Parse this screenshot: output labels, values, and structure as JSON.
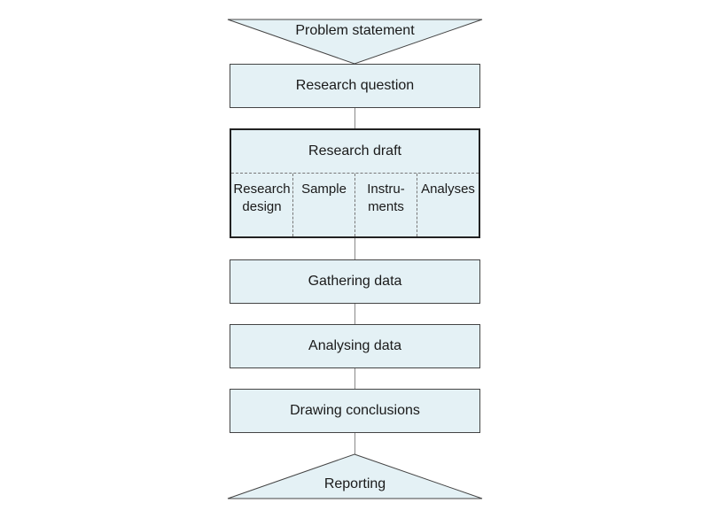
{
  "diagram": {
    "problem_statement": "Problem statement",
    "research_question": "Research question",
    "research_draft": {
      "title": "Research draft",
      "cells": [
        "Research\ndesign",
        "Sample",
        "Instru-\nments",
        "Analyses"
      ]
    },
    "gathering_data": "Gathering data",
    "analysing_data": "Analysing data",
    "drawing_conclusions": "Drawing conclusions",
    "reporting": "Reporting"
  },
  "colors": {
    "box_fill": "#e4f1f5",
    "border": "#444444",
    "connector": "#888888"
  }
}
